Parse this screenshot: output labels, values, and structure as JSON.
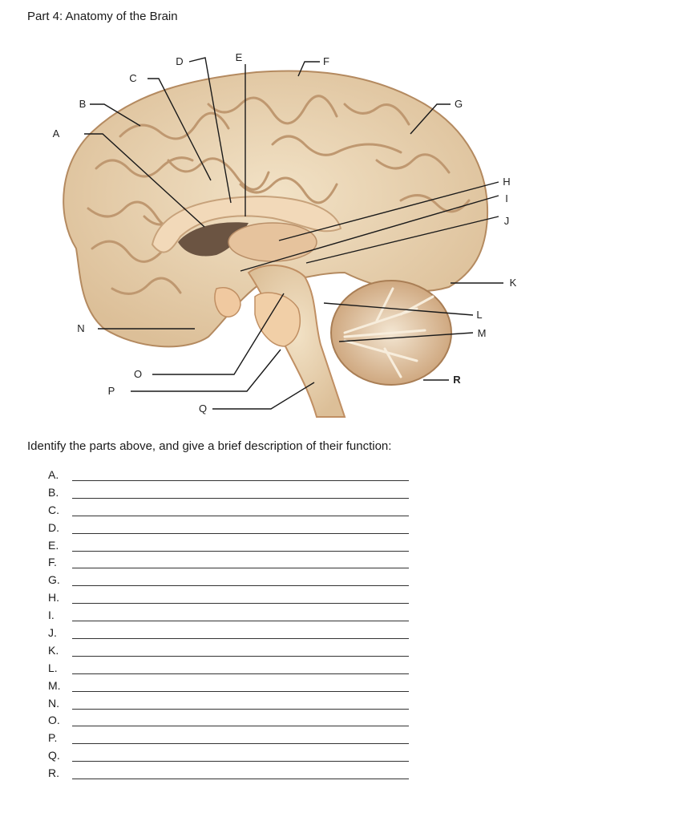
{
  "title": "Part 4: Anatomy of the Brain",
  "figure": {
    "callouts": [
      "A",
      "B",
      "C",
      "D",
      "E",
      "F",
      "G",
      "H",
      "I",
      "J",
      "K",
      "L",
      "M",
      "N",
      "O",
      "P",
      "Q",
      "R"
    ]
  },
  "instructions": "Identify the parts above, and give a brief description of their function:",
  "answers": [
    "A.",
    "B.",
    "C.",
    "D.",
    "E.",
    "F.",
    "G.",
    "H.",
    "I.",
    "J.",
    "K.",
    "L.",
    "M.",
    "N.",
    "O.",
    "P.",
    "Q.",
    "R."
  ],
  "colors": {
    "cortex": "#e9d4b3",
    "gyri_shadow": "#c9a47b",
    "cerebellum": "#d9b58f",
    "stem": "#f0c9a0"
  }
}
